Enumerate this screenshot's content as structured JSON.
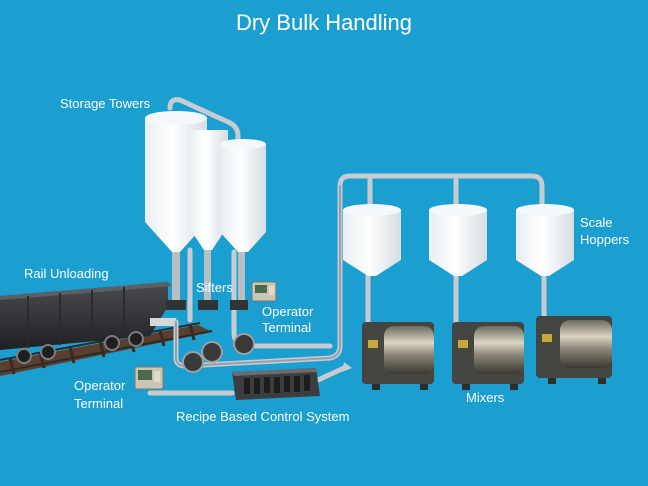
{
  "title": "Dry Bulk Handling",
  "labels": {
    "storage_towers": "Storage Towers",
    "rail_unloading": "Rail Unloading",
    "sifters": "Sifters",
    "operator_terminal_top_1": "Operator",
    "operator_terminal_top_2": "Terminal",
    "operator_terminal_left_1": "Operator",
    "operator_terminal_left_2": "Terminal",
    "recipe_control": "Recipe Based Control System",
    "mixers": "Mixers",
    "scale_hoppers_1": "Scale",
    "scale_hoppers_2": "Hoppers"
  },
  "colors": {
    "background": "#1a9fd0",
    "text": "#ffffff",
    "tank": "#ffffff",
    "pipe": "#c8ccd0",
    "machine": "#4a4a48"
  }
}
